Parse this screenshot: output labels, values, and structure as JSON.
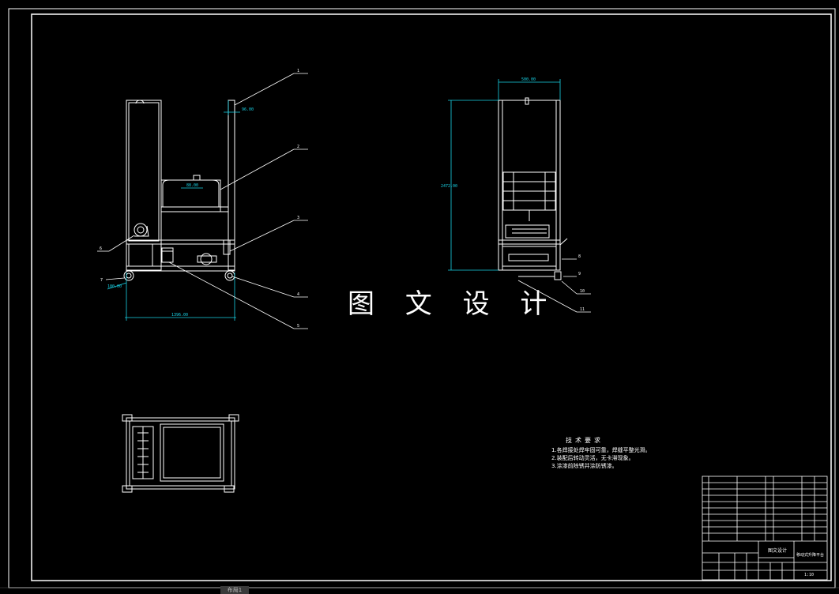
{
  "watermark": "图 文 设 计",
  "notes": {
    "title": "技术要求",
    "items": [
      "1.各焊接处焊牢固可靠，焊缝平整光滑。",
      "2.装配后转动灵活，无卡滞现象。",
      "3.涂漆前除锈并涂防锈漆。"
    ]
  },
  "dimensions": {
    "top_offset": "96.00",
    "handle_width": "88.00",
    "wheel_diameter": "100.00",
    "overall_width": "1396.00",
    "side_width": "500.00",
    "side_height": "2472.00"
  },
  "balloons": [
    "1",
    "2",
    "3",
    "4",
    "5",
    "6",
    "7",
    "8",
    "9",
    "10",
    "11"
  ],
  "title_block": {
    "drawing_name": "移动式升降平台",
    "company": "图文设计",
    "scale": "1:10"
  },
  "layout_tab": "布局1"
}
